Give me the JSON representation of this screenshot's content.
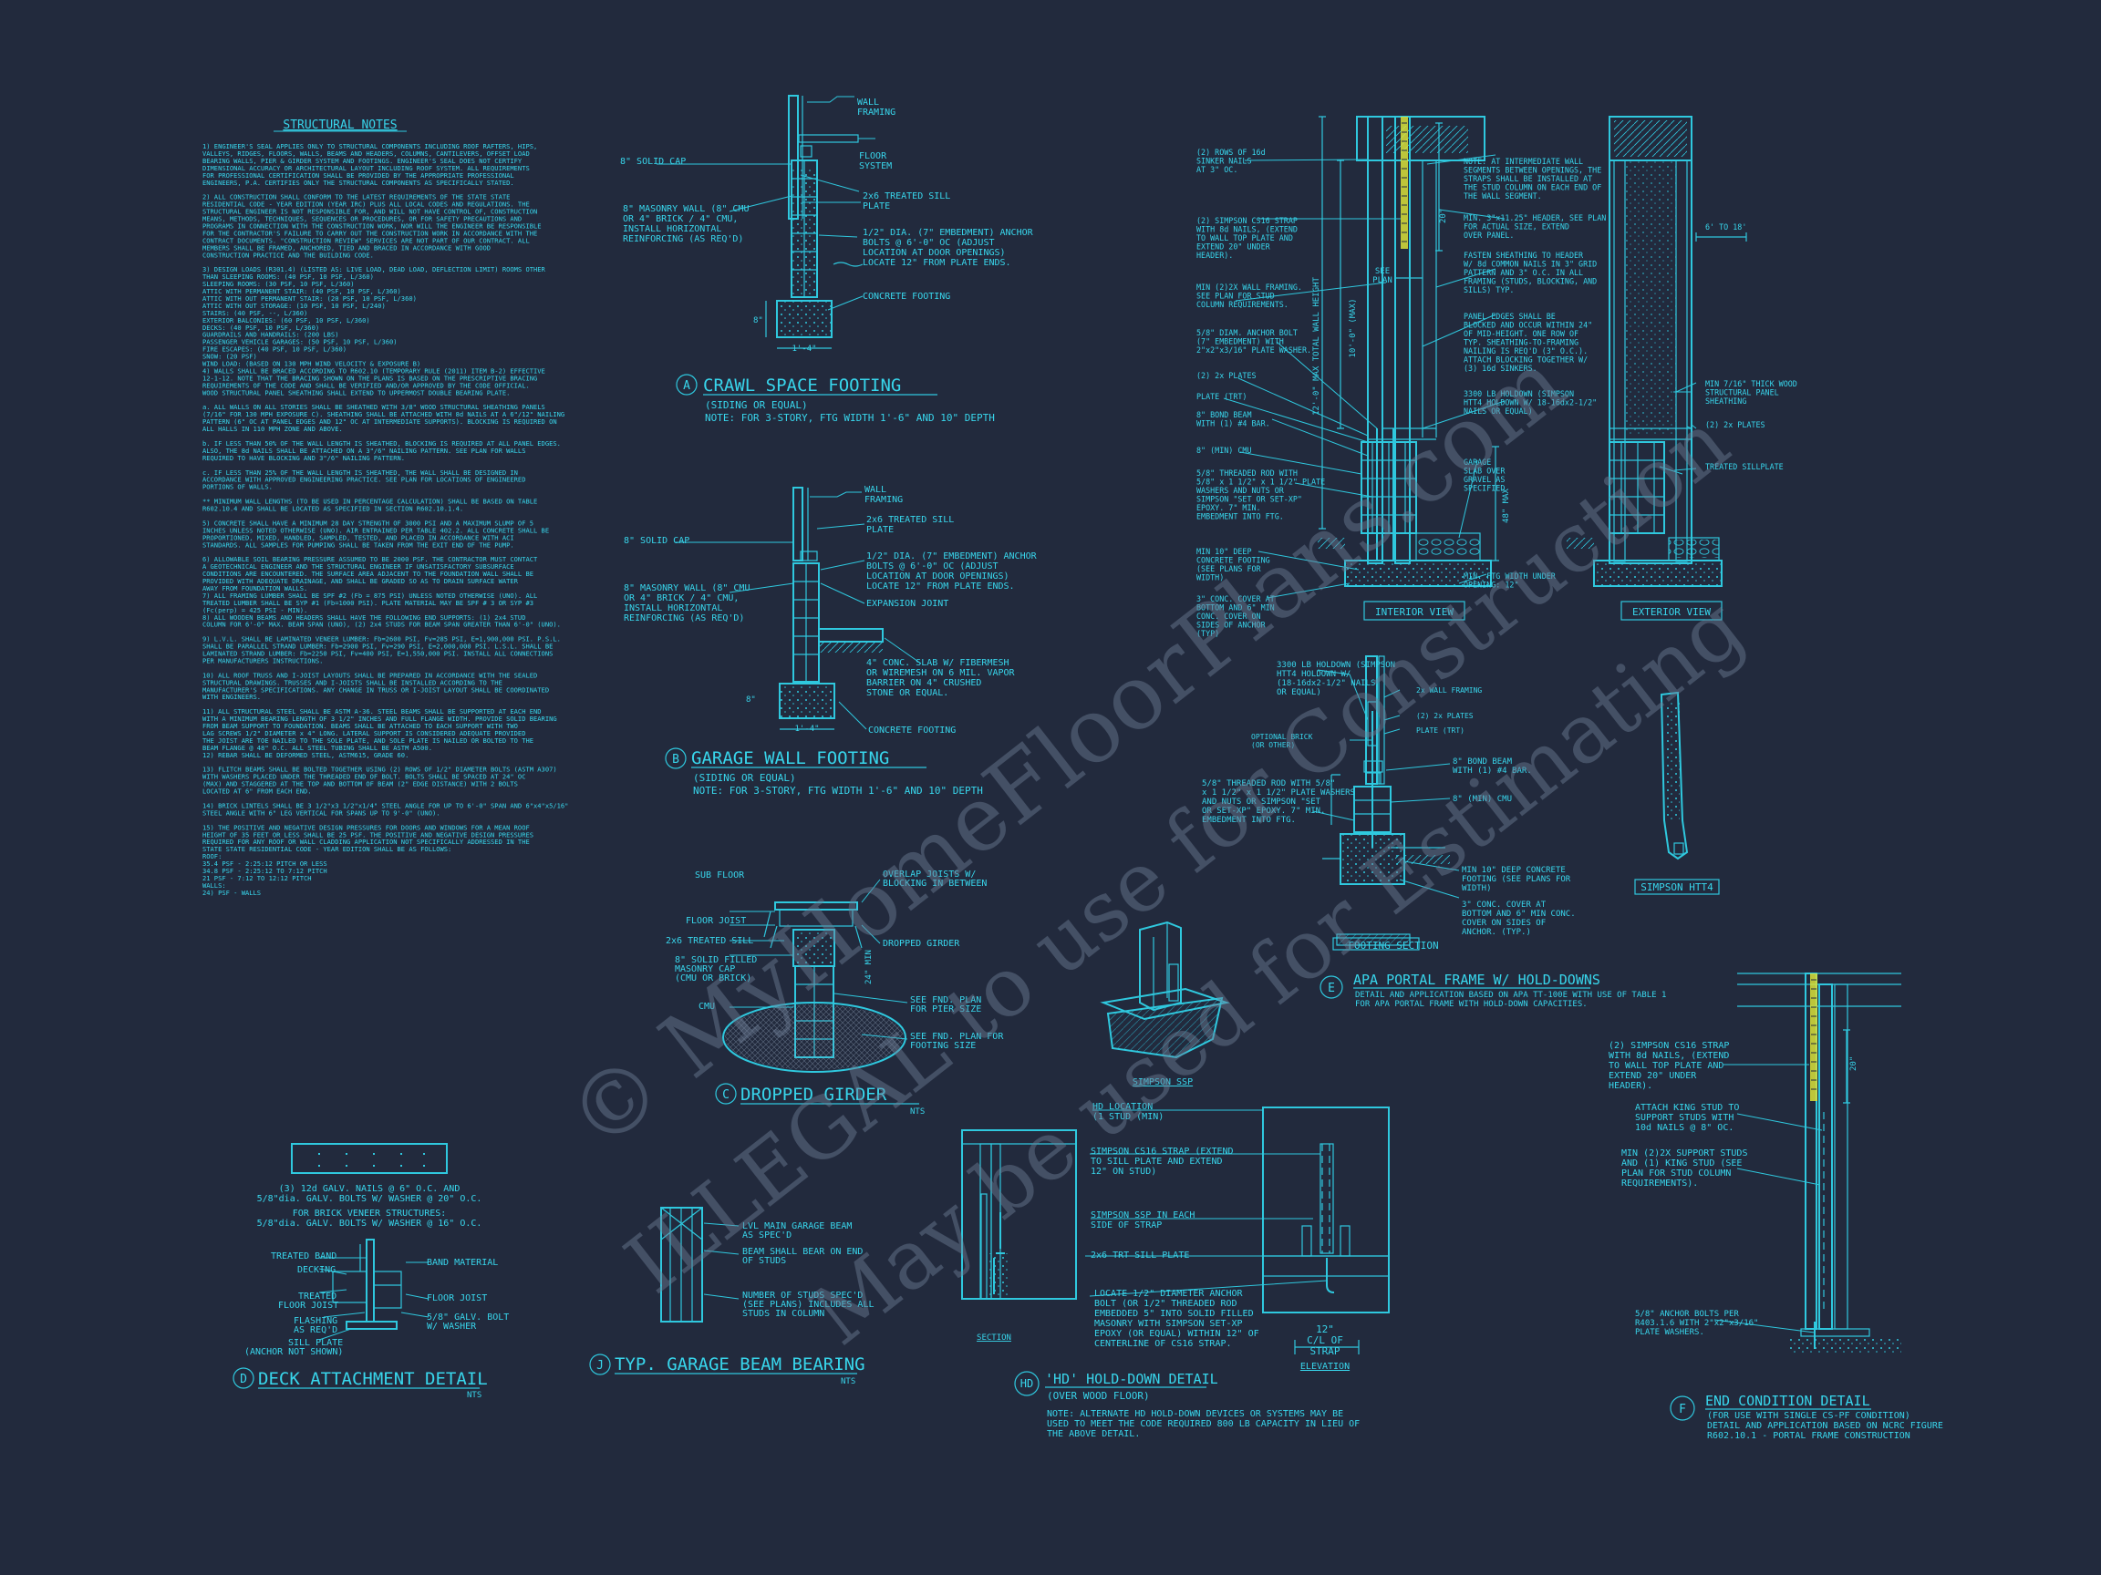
{
  "colors": {
    "background": "#222a3d",
    "line": "#2fc8de",
    "text": "#38d6ec",
    "strap": "#d8e03a",
    "watermark": "#6e7e96"
  },
  "watermark": {
    "line1": "© MyHomeFloorPlans.com",
    "line2": "ILLEGAL to use for Construction",
    "line3": "May be used for Estimating"
  },
  "notes": {
    "title": "STRUCTURAL NOTES",
    "lines": [
      "1) ENGINEER'S SEAL APPLIES ONLY TO STRUCTURAL COMPONENTS INCLUDING ROOF RAFTERS, HIPS,",
      "VALLEYS, RIDGES, FLOORS, WALLS, BEAMS AND HEADERS, COLUMNS, CANTILEVERS, OFFSET LOAD",
      "BEARING WALLS, PIER & GIRDER SYSTEM AND FOOTINGS. ENGINEER'S SEAL DOES NOT CERTIFY",
      "DIMENSIONAL ACCURACY OR ARCHITECTURAL LAYOUT INCLUDING ROOF SYSTEM. ALL REQUIREMENTS",
      "FOR PROFESSIONAL CERTIFICATION SHALL BE PROVIDED BY THE APPROPRIATE PROFESSIONAL",
      "ENGINEERS, P.A. CERTIFIES ONLY THE STRUCTURAL COMPONENTS AS SPECIFICALLY STATED.",
      "",
      "2) ALL CONSTRUCTION SHALL CONFORM TO THE LATEST REQUIREMENTS OF THE STATE STATE",
      "RESIDENTIAL CODE - YEAR EDITION (YEAR IRC) PLUS ALL LOCAL CODES AND REGULATIONS. THE",
      "STRUCTURAL ENGINEER IS NOT RESPONSIBLE FOR, AND WILL NOT HAVE CONTROL OF, CONSTRUCTION",
      "MEANS, METHODS, TECHNIQUES, SEQUENCES OR PROCEDURES, OR FOR SAFETY PRECAUTIONS AND",
      "PROGRAMS IN CONNECTION WITH THE CONSTRUCTION WORK, NOR WILL THE ENGINEER BE RESPONSIBLE",
      "FOR THE CONTRACTOR'S FAILURE TO CARRY OUT THE CONSTRUCTION WORK IN ACCORDANCE WITH THE",
      "CONTRACT DOCUMENTS. \"CONSTRUCTION REVIEW\" SERVICES ARE NOT PART OF OUR CONTRACT. ALL",
      "MEMBERS SHALL BE FRAMED, ANCHORED, TIED AND BRACED IN ACCORDANCE WITH GOOD",
      "CONSTRUCTION PRACTICE AND THE BUILDING CODE.",
      "",
      "3) DESIGN LOADS (R301.4) (LISTED AS: LIVE LOAD, DEAD LOAD, DEFLECTION LIMIT) ROOMS OTHER",
      "THAN SLEEPING ROOMS: (40 PSF, 10 PSF, L/360)",
      "SLEEPING ROOMS: (30 PSF, 10 PSF, L/360)",
      "ATTIC WITH PERMANENT STAIR: (40 PSF, 10 PSF, L/360)",
      "ATTIC WITH OUT PERMANENT STAIR: (20 PSF, 10 PSF, L/360)",
      "ATTIC WITH OUT STORAGE: (10 PSF, 10 PSF, L/240)",
      "STAIRS: (40 PSF, --, L/360)",
      "EXTERIOR BALCONIES: (60 PSF, 10 PSF, L/360)",
      "DECKS: (40 PSF, 10 PSF, L/360)",
      "GUARDRAILS AND HANDRAILS: (200 LBS)",
      "PASSENGER VEHICLE GARAGES: (50 PSF, 10 PSF, L/360)",
      "FIRE ESCAPES: (40 PSF, 10 PSF, L/360)",
      "SNOW: (20      PSF)",
      "WIND LOAD: (BASED ON 130 MPH WIND VELOCITY & EXPOSURE B)",
      "4) WALLS SHALL BE BRACED ACCORDING TO R602.10 (TEMPORARY RULE (2011) ITEM B-2) EFFECTIVE",
      "12-1-12. NOTE THAT THE BRACING SHOWN ON THE PLANS IS BASED ON THE PRESCRIPTIVE BRACING",
      "REQUIREMENTS OF THE CODE AND SHALL BE VERIFIED AND/OR APPROVED BY THE CODE OFFICIAL.",
      "WOOD STRUCTURAL PANEL SHEATHING SHALL EXTEND TO UPPERMOST DOUBLE BEARING PLATE.",
      "",
      "a. ALL WALLS ON ALL STORIES SHALL BE SHEATHED WITH 3/8\" WOOD STRUCTURAL SHEATHING PANELS",
      "(7/16\" FOR 130 MPH EXPOSURE C). SHEATHING SHALL BE ATTACHED WITH 8d NAILS AT A 6\"/12\" NAILING",
      "PATTERN (6\" OC AT PANEL EDGES AND 12\" OC AT INTERMEDIATE SUPPORTS). BLOCKING IS REQUIRED ON",
      "ALL HALLS IN 110 MPH ZONE AND ABOVE.",
      "",
      "b. IF LESS THAN 50% OF THE WALL LENGTH IS SHEATHED, BLOCKING IS REQUIRED AT ALL PANEL EDGES.",
      "ALSO, THE 8d NAILS SHALL BE ATTACHED ON A 3\"/6\" NAILING PATTERN. SEE PLAN FOR WALLS",
      "REQUIRED TO HAVE BLOCKING AND 3\"/6\" NAILING PATTERN.",
      "",
      "c. IF LESS THAN 25% OF THE WALL LENGTH IS SHEATHED, THE WALL SHALL BE DESIGNED IN",
      "ACCORDANCE WITH APPROVED ENGINEERING PRACTICE. SEE PLAN FOR LOCATIONS OF ENGINEERED",
      "PORTIONS OF WALLS.",
      "",
      "** MINIMUM WALL LENGTHS (TO BE USED IN PERCENTAGE CALCULATION) SHALL BE BASED ON TABLE",
      "R602.10.4 AND SHALL BE LOCATED AS SPECIFIED IN SECTION R602.10.1.4.",
      "",
      "5) CONCRETE SHALL HAVE A MINIMUM 28 DAY STRENGTH OF 3000 PSI AND A MAXIMUM SLUMP OF 5",
      "INCHES UNLESS NOTED OTHERWISE (UNO). AIR ENTRAINED PER TABLE 402.2. ALL CONCRETE SHALL BE",
      "PROPORTIONED, MIXED, HANDLED, SAMPLED, TESTED, AND PLACED IN ACCORDANCE WITH ACI",
      "STANDARDS. ALL SAMPLES FOR PUMPING SHALL BE TAKEN FROM THE EXIT END OF THE PUMP.",
      "",
      "6) ALLOWABLE SOIL BEARING PRESSURE ASSUMED TO BE 2000 PSF. THE CONTRACTOR MUST CONTACT",
      "A GEOTECHNICAL ENGINEER AND THE STRUCTURAL ENGINEER IF UNSATISFACTORY SUBSURFACE",
      "CONDITIONS ARE ENCOUNTERED. THE SURFACE AREA ADJACENT TO THE FOUNDATION WALL SHALL BE",
      "PROVIDED WITH ADEQUATE DRAINAGE, AND SHALL BE GRADED SO AS TO DRAIN SURFACE WATER",
      "AWAY FROM FOUNDATION WALLS.",
      "7) ALL FRAMING LUMBER SHALL BE SPF #2 (Fb = 875 PSI) UNLESS NOTED OTHERWISE (UNO). ALL",
      "TREATED LUMBER SHALL BE SYP #1 (Fb=1000 PSI). PLATE MATERIAL MAY BE SPF # 3 OR SYP #3",
      "(Fc(perp) = 425 PSI - MIN).",
      "8) ALL WOODEN BEAMS AND HEADERS SHALL HAVE THE FOLLOWING END SUPPORTS: (1) 2x4 STUD",
      "COLUMN FOR 6'-0\" MAX. BEAM SPAN (UNO), (2) 2x4 STUDS FOR BEAM SPAN GREATER THAN 6'-0\" (UNO).",
      "",
      "9) L.V.L. SHALL BE LAMINATED VENEER LUMBER: Fb=2600 PSI, Fv=285 PSI, E=1,900,000 PSI. P.S.L.",
      "SHALL BE PARALLEL STRAND LUMBER: Fb=2900 PSI, Fv=290 PSI, E=2,000,000 PSI. L.S.L. SHALL BE",
      "LAMINATED STRAND LUMBER: Fb=2250 PSI, Fv=400 PSI, E=1,550,000 PSI. INSTALL ALL CONNECTIONS",
      "PER MANUFACTURERS INSTRUCTIONS.",
      "",
      "10) ALL ROOF TRUSS AND I-JOIST LAYOUTS SHALL BE PREPARED IN ACCORDANCE WITH THE SEALED",
      "STRUCTURAL DRAWINGS. TRUSSES AND I-JOISTS SHALL BE INSTALLED ACCORDING TO THE",
      "MANUFACTURER'S SPECIFICATIONS. ANY CHANGE IN TRUSS OR I-JOIST LAYOUT SHALL BE COORDINATED",
      "WITH ENGINEERS.",
      "",
      "11) ALL STRUCTURAL STEEL SHALL BE ASTM A-36. STEEL BEAMS SHALL BE SUPPORTED AT EACH END",
      "WITH A MINIMUM BEARING LENGTH OF 3 1/2\" INCHES AND FULL FLANGE WIDTH. PROVIDE SOLID BEARING",
      "FROM BEAM SUPPORT TO FOUNDATION. BEAMS SHALL BE ATTACHED TO EACH SUPPORT WITH TWO",
      "LAG SCREWS 1/2\" DIAMETER x 4\" LONG. LATERAL SUPPORT IS CONSIDERED ADEQUATE PROVIDED",
      "THE JOIST ARE TOE NAILED TO THE SOLE PLATE, AND SOLE PLATE IS NAILED OR BOLTED TO THE",
      "BEAM FLANGE @ 48\" O.C. ALL STEEL TUBING SHALL BE ASTM A500.",
      "12) REBAR SHALL BE DEFORMED STEEL, ASTM615, GRADE 60.",
      "",
      "13) FLITCH BEAMS SHALL BE BOLTED TOGETHER USING (2) ROWS OF 1/2\" DIAMETER BOLTS (ASTM A307)",
      "WITH WASHERS PLACED UNDER THE THREADED END OF BOLT. BOLTS SHALL BE SPACED AT 24\" OC",
      "(MAX) AND STAGGERED AT THE TOP AND BOTTOM OF BEAM (2\" EDGE DISTANCE) WITH 2 BOLTS",
      "LOCATED AT 6\" FROM EACH END.",
      "",
      "14) BRICK LINTELS SHALL BE 3 1/2\"x3 1/2\"x1/4\" STEEL ANGLE FOR UP TO 6'-0\" SPAN AND 6\"x4\"x5/16\"",
      "STEEL ANGLE WITH 6\" LEG VERTICAL FOR SPANS UP TO 9'-0\" (UNO).",
      "",
      "15) THE POSITIVE AND NEGATIVE DESIGN PRESSURES FOR DOORS AND WINDOWS FOR A MEAN ROOF",
      "HEIGHT OF 35 FEET OR LESS SHALL BE 25 PSF. THE POSITIVE AND NEGATIVE DESIGN PRESSURES",
      "REQUIRED FOR ANY ROOF OR WALL CLADDING APPLICATION NOT SPECIFICALLY ADDRESSED IN THE",
      "STATE STATE RESIDENTIAL CODE - YEAR EDITION SHALL BE AS FOLLOWS:",
      "ROOF:",
      "  35.4 PSF - 2:25:12 PITCH OR LESS",
      "  34.8 PSF - 2:25:12 TO 7:12 PITCH",
      "  21 PSF - 7:12 TO 12:12 PITCH",
      "WALLS:",
      "  24) PSF - WALLS"
    ]
  },
  "details": {
    "a": {
      "letter": "A",
      "title": "CRAWL SPACE FOOTING",
      "sub1": "(SIDING OR EQUAL)",
      "sub2": "NOTE: FOR 3-STORY, FTG WIDTH 1'-6\" AND 10\" DEPTH",
      "wall_framing": [
        "WALL",
        "FRAMING"
      ],
      "solid_cap": "8\" SOLID CAP",
      "floor_system": [
        "FLOOR",
        "SYSTEM"
      ],
      "masonry": [
        "8\" MASONRY WALL (8\" CMU",
        "OR 4\" BRICK / 4\" CMU,",
        "INSTALL HORIZONTAL",
        "REINFORCING (AS REQ'D)"
      ],
      "sill": [
        "2x6 TREATED SILL",
        "PLATE"
      ],
      "anchor": [
        "1/2\" DIA. (7\" EMBEDMENT) ANCHOR",
        "BOLTS @ 6'-0\" OC (ADJUST",
        "LOCATION AT DOOR OPENINGS)",
        "LOCATE 12\" FROM PLATE ENDS."
      ],
      "footing": "CONCRETE FOOTING",
      "dim_width": "1'-4\"",
      "dim_depth": "8\""
    },
    "b": {
      "letter": "B",
      "title": "GARAGE WALL FOOTING",
      "sub1": "(SIDING OR EQUAL)",
      "sub2": "NOTE: FOR 3-STORY, FTG WIDTH 1'-6\" AND 10\" DEPTH",
      "wall_framing": [
        "WALL",
        "FRAMING"
      ],
      "solid_cap": "8\" SOLID CAP",
      "sill": [
        "2x6 TREATED SILL",
        "PLATE"
      ],
      "masonry": [
        "8\" MASONRY WALL (8\" CMU",
        "OR 4\" BRICK / 4\" CMU,",
        "INSTALL HORIZONTAL",
        "REINFORCING (AS REQ'D)"
      ],
      "anchor": [
        "1/2\" DIA. (7\" EMBEDMENT) ANCHOR",
        "BOLTS @ 6'-0\" OC (ADJUST",
        "LOCATION AT DOOR OPENINGS)",
        "LOCATE 12\" FROM PLATE ENDS."
      ],
      "expansion": "EXPANSION JOINT",
      "slab": [
        "4\" CONC. SLAB W/ FIBERMESH",
        "OR WIREMESH ON 6 MIL. VAPOR",
        "BARRIER ON 4\" CRUSHED",
        "STONE OR EQUAL."
      ],
      "footing": "CONCRETE FOOTING",
      "dim_width": "1'-4\"",
      "dim_depth": "8\""
    },
    "c": {
      "letter": "C",
      "title": "DROPPED GIRDER",
      "nts": "NTS",
      "sub_floor": "SUB FLOOR",
      "floor_joist": "FLOOR JOIST",
      "sill": "2x6 TREATED SILL",
      "filled": [
        "8\" SOLID FILLED",
        "MASONRY CAP",
        "(CMU OR BRICK)"
      ],
      "cmu": "CMU",
      "overlap": [
        "OVERLAP JOISTS W/",
        "BLOCKING IN BETWEEN"
      ],
      "dropped": "DROPPED GIRDER",
      "pier": [
        "SEE FND. PLAN",
        "FOR PIER SIZE"
      ],
      "ftg": [
        "SEE FND. PLAN FOR",
        "FOOTING SIZE"
      ],
      "dim": "24\" MIN"
    },
    "d": {
      "letter": "D",
      "title": "DECK ATTACHMENT DETAIL",
      "nts": "NTS",
      "nails": [
        "(3) 12d GALV. NAILS @ 6\" O.C. AND",
        "5/8\"dia. GALV. BOLTS W/ WASHER @ 20\" O.C."
      ],
      "brick": [
        "FOR BRICK VENEER STRUCTURES:",
        "5/8\"dia. GALV. BOLTS W/ WASHER @ 16\" O.C."
      ],
      "treated_band": "TREATED BAND",
      "decking": "DECKING",
      "treated_joist": [
        "TREATED",
        "FLOOR JOIST"
      ],
      "flashing": [
        "FLASHING",
        "AS REQ'D"
      ],
      "sill_plate": [
        "SILL PLATE",
        "(ANCHOR NOT SHOWN)"
      ],
      "band_material": "BAND MATERIAL",
      "floor_joist": "FLOOR JOIST",
      "bolt": [
        "5/8\" GALV. BOLT",
        "W/ WASHER"
      ]
    },
    "j": {
      "letter": "J",
      "title": "TYP. GARAGE BEAM BEARING",
      "nts": "NTS",
      "lvl": [
        "LVL MAIN GARAGE BEAM",
        "AS SPEC'D"
      ],
      "bear": [
        "BEAM SHALL BEAR ON END",
        "OF STUDS"
      ],
      "studs": [
        "NUMBER OF STUDS SPEC'D",
        "(SEE PLANS) INCLUDES ALL",
        "STUDS IN COLUMN"
      ]
    },
    "hd": {
      "letter": "HD",
      "title": "'HD' HOLD-DOWN DETAIL",
      "sub": "(OVER WOOD FLOOR)",
      "note": [
        "NOTE: ALTERNATE HD HOLD-DOWN DEVICES OR SYSTEMS MAY BE",
        "USED TO MEET THE CODE REQUIRED 800 LB CAPACITY IN LIEU OF",
        "THE ABOVE DETAIL."
      ],
      "hd_loc": [
        "HD LOCATION",
        "(1 STUD (MIN)"
      ],
      "strap": [
        "SIMPSON CS16 STRAP (EXTEND",
        "TO SILL PLATE AND EXTEND",
        "12\" ON STUD)"
      ],
      "ssp": [
        "SIMPSON SSP IN EACH",
        "SIDE OF STRAP"
      ],
      "sill": "2x6 TRT SILL PLATE",
      "bolt": [
        "LOCATE 1/2\" DIAMETER ANCHOR",
        "BOLT (OR 1/2\" THREADED ROD",
        "EMBEDDED 5\" INTO SOLID FILLED",
        "MASONRY WITH SIMPSON SET-XP",
        "EPOXY (OR EQUAL) WITHIN 12\" OF",
        "CENTERLINE OF CS16 STRAP."
      ],
      "section": "SECTION",
      "cl": [
        "12\"",
        "C/L OF",
        "STRAP"
      ],
      "elevation": "ELEVATION",
      "ssp_label": "SIMPSON SSP"
    },
    "e": {
      "letter": "E",
      "title": "APA PORTAL FRAME W/ HOLD-DOWNS",
      "sub": [
        "DETAIL AND APPLICATION BASED ON APA TT-100E WITH USE OF TABLE 1",
        "FOR APA PORTAL FRAME WITH HOLD-DOWN CAPACITIES."
      ],
      "holdown": [
        "3300 LB HOLDOWN (SIMPSON",
        "HTT4 HOLDOWN W/",
        "(18-16dx2-1/2\" NAILS",
        "OR EQUAL)"
      ],
      "framing": "2x WALL FRAMING",
      "plates": "(2) 2x PLATES",
      "plate_trt": "PLATE (TRT)",
      "brick": [
        "OPTIONAL BRICK",
        "(OR OTHER)"
      ],
      "bond": [
        "8\" BOND BEAM",
        "WITH (1) #4 BAR."
      ],
      "cmu": "8\" (MIN) CMU",
      "rod": [
        "5/8\" THREADED ROD WITH 5/8\"",
        "x 1 1/2\" x 1 1/2\" PLATE WASHERS",
        "AND NUTS OR SIMPSON \"SET",
        "OR SET-XP\" EPOXY. 7\" MIN.",
        "EMBEDMENT INTO FTG."
      ],
      "footing": [
        "MIN 10\" DEEP CONCRETE",
        "FOOTING (SEE PLANS FOR",
        "WIDTH)"
      ],
      "cover": [
        "3\" CONC. COVER AT",
        "BOTTOM AND 6\" MIN CONC.",
        "COVER ON SIDES OF",
        "ANCHOR. (TYP.)"
      ],
      "footing_section": "FOOTING SECTION",
      "htt4": "SIMPSON HTT4"
    },
    "portal": {
      "left": [
        [
          "(2) ROWS OF 16d",
          "SINKER NAILS",
          "AT 3\" OC."
        ],
        [
          "(2) SIMPSON CS16 STRAP",
          "WITH 8d NAILS, (EXTEND",
          "TO WALL TOP PLATE AND",
          "EXTEND 20\" UNDER",
          "HEADER)."
        ],
        [
          "MIN (2)2X WALL FRAMING.",
          "SEE PLAN FOR STUD",
          "COLUMN REQUIREMENTS."
        ],
        [
          "5/8\" DIAM. ANCHOR BOLT",
          "(7\" EMBEDMENT) WITH",
          "2\"x2\"x3/16\" PLATE WASHER."
        ],
        [
          "(2) 2x PLATES"
        ],
        [
          "PLATE (TRT)"
        ],
        [
          "8\" BOND BEAM",
          "WITH (1) #4 BAR."
        ],
        [
          "8\" (MIN) CMU"
        ],
        [
          "5/8\" THREADED ROD WITH",
          "5/8\" x 1 1/2\" x 1 1/2\" PLATE",
          "WASHERS AND NUTS OR",
          "SIMPSON \"SET OR SET-XP\"",
          "EPOXY. 7\" MIN.",
          "EMBEDMENT INTO FTG."
        ],
        [
          "MIN 10\" DEEP",
          "CONCRETE FOOTING",
          "(SEE PLANS FOR",
          "WIDTH)"
        ],
        [
          "3\" CONC. COVER AT",
          "BOTTOM AND 6\" MIN",
          "CONC. COVER ON",
          "SIDES OF ANCHOR",
          "(TYP)"
        ]
      ],
      "mid": [
        [
          "NOTE: AT INTERMEDIATE WALL",
          "SEGMENTS BETWEEN OPENINGS, THE",
          "STRAPS SHALL BE INSTALLED AT",
          "THE STUD COLUMN ON EACH END OF",
          "THE WALL SEGMENT."
        ],
        [
          "MIN. 3\"x11.25\" HEADER, SEE PLAN",
          "FOR ACTUAL SIZE, EXTEND",
          "OVER PANEL."
        ],
        [
          "FASTEN SHEATHING TO HEADER",
          "W/ 8d COMMON NAILS IN 3\" GRID",
          "PATTERN AND 3\" O.C. IN ALL",
          "FRAMING (STUDS, BLOCKING, AND",
          "SILLS) TYP."
        ],
        [
          "PANEL EDGES SHALL BE",
          "BLOCKED AND OCCUR WITHIN 24\"",
          "OF MID-HEIGHT. ONE ROW OF",
          "TYP. SHEATHING-TO-FRAMING",
          "NAILING IS REQ'D (3\" O.C.).",
          "ATTACH BLOCKING TOGETHER W/",
          "(3) 16d SINKERS."
        ],
        [
          "3300 LB HOLDOWN (SIMPSON",
          "HTT4 HOLDOWN W/ 18-16dx2-1/2\"",
          "NAILS OR EQUAL)"
        ],
        [
          "GARAGE",
          "SLAB OVER",
          "GRAVEL AS",
          "SPECIFIED"
        ],
        [
          "MIN. FTG WIDTH UNDER",
          "OPENING: 12\""
        ]
      ],
      "right": [
        [
          "6' TO 18'"
        ],
        [
          "MIN 7/16\" THICK WOOD",
          "STRUCTURAL PANEL",
          "SHEATHING"
        ],
        [
          "(2) 2x PLATES"
        ],
        [
          "TREATED SILLPLATE"
        ]
      ],
      "interior": "INTERIOR VIEW",
      "exterior": "EXTERIOR VIEW",
      "see_plan": [
        "SEE",
        "PLAN"
      ],
      "dim_20": "20\"",
      "dim_height": "12'-0\" MAX TOTAL WALL HEIGHT",
      "dim_max": "10'-0\" (MAX)",
      "dim_48": "48\" MAX"
    },
    "f": {
      "letter": "F",
      "title": "END CONDITION DETAIL",
      "sub": [
        "(FOR USE WITH SINGLE CS-PF CONDITION)",
        "DETAIL AND APPLICATION BASED ON NCRC FIGURE",
        "R602.10.1 - PORTAL FRAME CONSTRUCTION"
      ],
      "strap": [
        "(2) SIMPSON CS16 STRAP",
        "WITH 8d NAILS, (EXTEND",
        "TO WALL TOP PLATE AND",
        "EXTEND 20\" UNDER",
        "HEADER)."
      ],
      "king": [
        "ATTACH KING STUD TO",
        "SUPPORT STUDS WITH",
        "10d NAILS @ 8\" OC."
      ],
      "support": [
        "MIN (2)2X SUPPORT STUDS",
        "AND (1) KING STUD (SEE",
        "PLAN FOR STUD COLUMN",
        "REQUIREMENTS)."
      ],
      "anchor": [
        "5/8\" ANCHOR BOLTS PER",
        "R403.1.6 WITH 2\"x2\"x3/16\"",
        "PLATE WASHERS."
      ],
      "dim": "20\""
    }
  }
}
